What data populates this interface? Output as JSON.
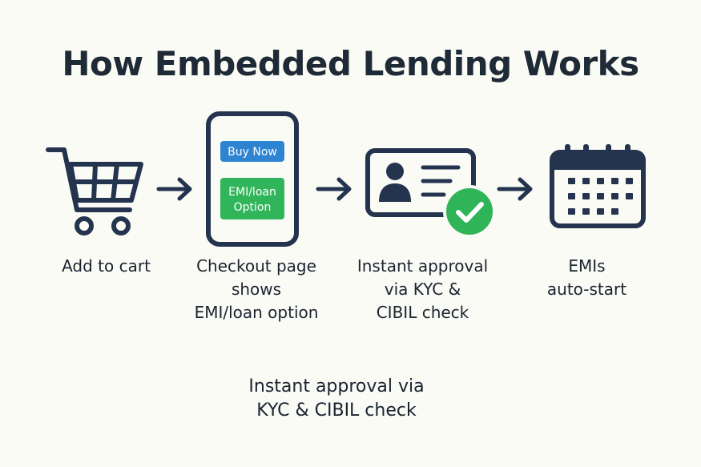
{
  "title": "How Embedded Lending Works",
  "steps": [
    {
      "icon": "shopping-cart-icon",
      "caption": "Add to cart"
    },
    {
      "icon": "phone-checkout-icon",
      "caption": "Checkout page\nshows\nEMI/loan option",
      "buttons": {
        "buy_now": "Buy Now",
        "emi_line1": "EMI/loan",
        "emi_line2": "Option"
      }
    },
    {
      "icon": "id-card-check-icon",
      "caption": "Instant approval\nvia KYC &\nCIBIL check"
    },
    {
      "icon": "calendar-icon",
      "caption": "EMIs\nauto-start"
    }
  ],
  "connector_icon": "arrow-right-icon",
  "footer": "Instant approval via\nKYC & CIBIL check",
  "colors": {
    "icon_stroke": "#24344e",
    "buy_now_button": "#2f84d2",
    "emi_button": "#31b55a",
    "check_badge": "#2fb558",
    "background": "#fbfbf6"
  }
}
